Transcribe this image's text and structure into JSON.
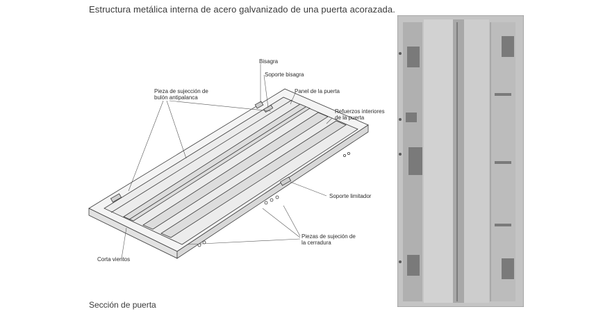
{
  "title": "Estructura metálica interna de acero galvanizado de una puerta acorazada.",
  "caption": "Sección de puerta",
  "labels": {
    "bisagra": "Bisagra",
    "soporte_bisagra": "Soporte bisagra",
    "pieza_bulon_line1": "Pieza de sujección de",
    "pieza_bulon_line2": "bulón antipalanca",
    "panel_puerta": "Panel de la puerta",
    "refuerzos_line1": "Refuerzos interiores",
    "refuerzos_line2": "de la puerta",
    "soporte_limitador": "Soporte limitador",
    "piezas_cerradura_line1": "Piezas de sujeción de",
    "piezas_cerradura_line2": "la cerradura",
    "corta_vientos": "Corta vientos"
  },
  "colors": {
    "line": "#3c3c3c",
    "panel_fill": "#eeeeee",
    "photo_bg": "#bdbdbd",
    "photo_dark": "#8a8a8a"
  }
}
